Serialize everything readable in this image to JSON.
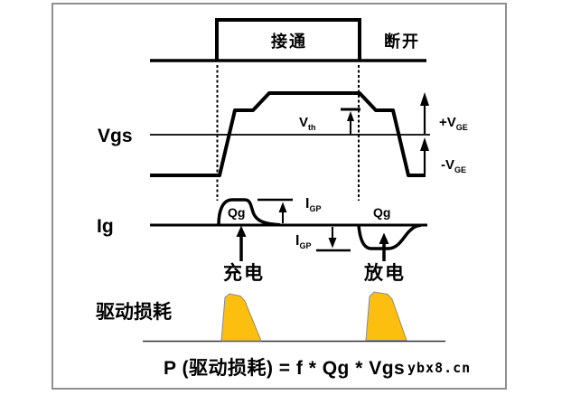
{
  "gate_signal": {
    "on_label": "接通",
    "off_label": "断开"
  },
  "vgs": {
    "axis_label": "Vgs",
    "vth": {
      "main": "V",
      "sub": "th"
    },
    "pos_rail": {
      "main": "+V",
      "sub": "GE"
    },
    "neg_rail": {
      "main": "-V",
      "sub": "GE"
    }
  },
  "ig": {
    "axis_label": "Ig",
    "qg_charge": "Qg",
    "qg_discharge": "Qg",
    "igp_peak": {
      "main": "I",
      "sub": "GP"
    },
    "igp_valley": {
      "main": "I",
      "sub": "GP"
    },
    "charge_label": "充电",
    "discharge_label": "放电"
  },
  "loss": {
    "label": "驱动损耗"
  },
  "formula": "P (驱动损耗) = f * Qg * Vgs",
  "watermark": "ybx8.cn",
  "colors": {
    "stroke": "#000000",
    "frame": "#8f8f8f",
    "loss_fill": "#FCBF10",
    "loss_outline": "#8a8a8a"
  }
}
